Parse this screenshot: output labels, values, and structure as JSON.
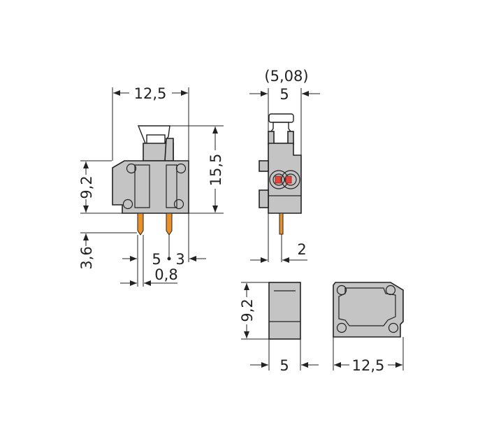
{
  "drawing": {
    "front_view": {
      "width_label": "12,5",
      "height_label": "15,5",
      "body_height_label": "9,2",
      "pin_length_label": "3,6",
      "pitch_label_a": "5",
      "pitch_label_b": "3",
      "pin_width_label": "0,8"
    },
    "side_view": {
      "pitch_alt_label": "(5,08)",
      "width_label": "5",
      "pin_offset_label": "2"
    },
    "end_view": {
      "height_label": "9,2",
      "width_label": "5"
    },
    "bottom_view": {
      "width_label": "12,5"
    },
    "colors": {
      "housing": "#c4c4c4",
      "pin": "#e8902a",
      "led": "#e2463a",
      "line": "#222222"
    }
  }
}
